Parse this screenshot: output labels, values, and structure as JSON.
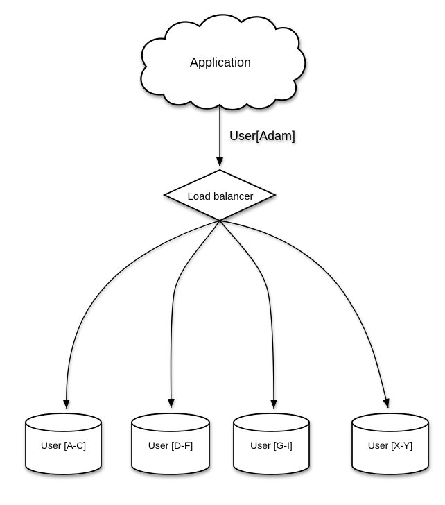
{
  "diagram": {
    "colors": {
      "background": "#ffffff",
      "stroke": "#000000",
      "shape_fill": "#ffffff"
    },
    "application": {
      "label": "Application"
    },
    "request_arrow": {
      "label": "User[Adam]"
    },
    "load_balancer": {
      "label": "Load balancer"
    },
    "shards": [
      {
        "label": "User [A-C]"
      },
      {
        "label": "User [D-F]"
      },
      {
        "label": "User [G-I]"
      },
      {
        "label": "User [X-Y]"
      }
    ]
  }
}
